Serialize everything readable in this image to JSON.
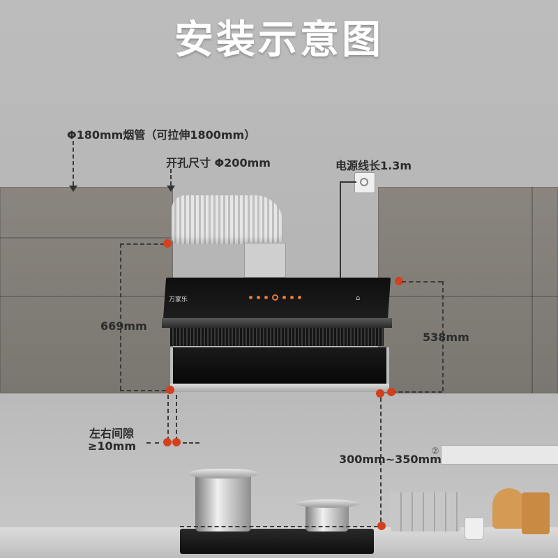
{
  "title": "安装示意图",
  "labels": {
    "pipe": "Φ180mm烟管（可拉伸1800mm）",
    "hole": "开孔尺寸 Φ200mm",
    "power": "电源线长1.3m",
    "height_left": "669mm",
    "height_right": "538mm",
    "gap_line1": "左右间隙",
    "gap_line2": "≥10mm",
    "stove_height": "300mm~350mm",
    "note_mark": "②"
  },
  "hood": {
    "brand": "万家乐",
    "panel_accent": "#e27a3a"
  },
  "colors": {
    "wall": "#b9b9b9",
    "cabinet": "#827d77",
    "dimension_dot": "#d2401e",
    "hood_glass": "#141414"
  }
}
